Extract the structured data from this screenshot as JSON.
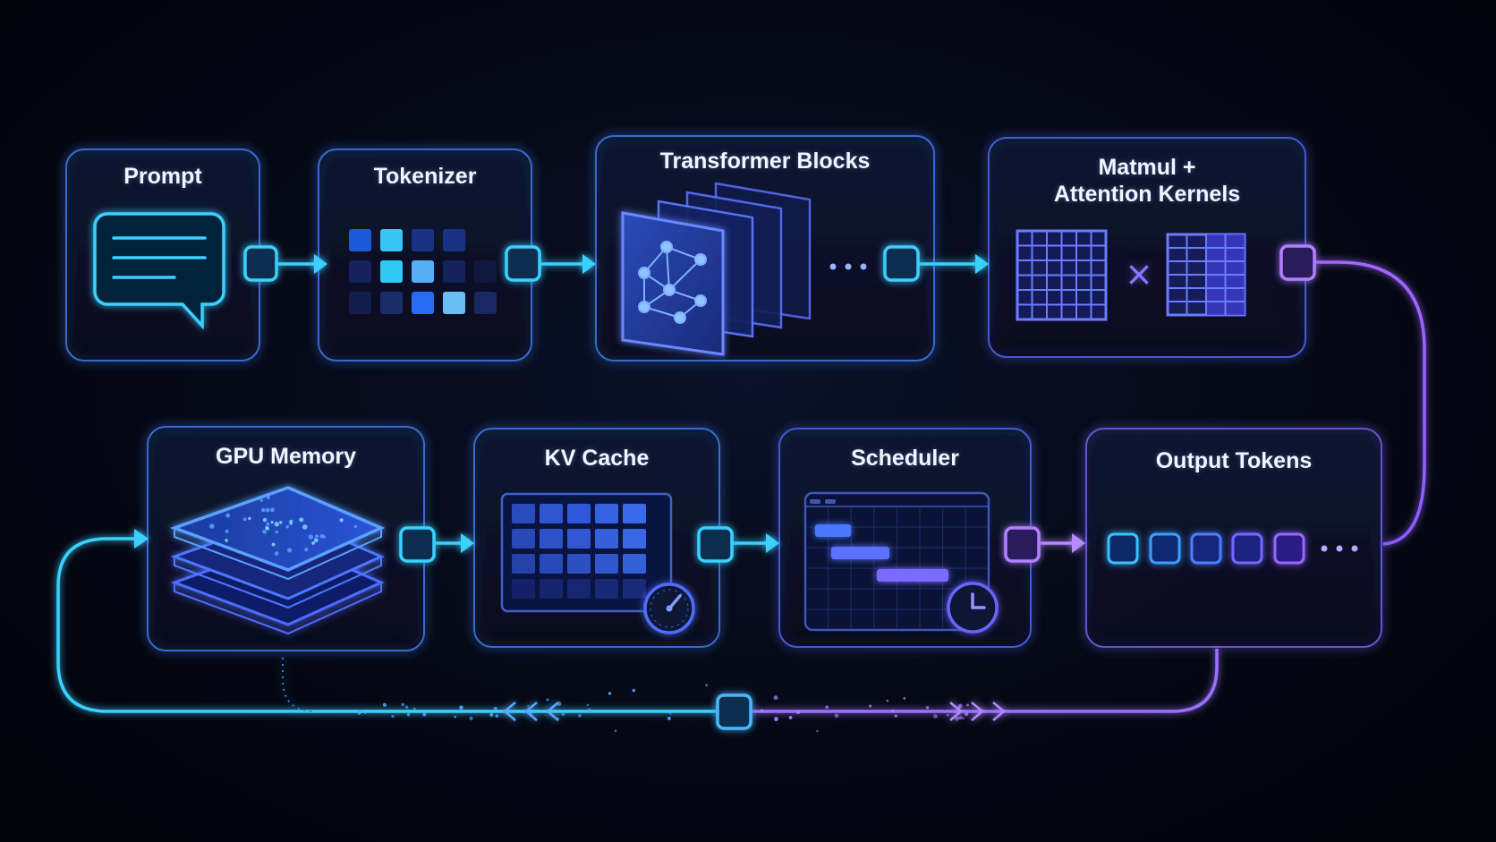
{
  "stages": [
    {
      "id": "prompt",
      "label": "Prompt"
    },
    {
      "id": "tokenizer",
      "label": "Tokenizer"
    },
    {
      "id": "transformer",
      "label": "Transformer Blocks"
    },
    {
      "id": "kernels",
      "label": "Matmul +\nAttention Kernels"
    },
    {
      "id": "gpu-memory",
      "label": "GPU Memory"
    },
    {
      "id": "kv-cache",
      "label": "KV Cache"
    },
    {
      "id": "scheduler",
      "label": "Scheduler"
    },
    {
      "id": "output",
      "label": "Output Tokens"
    }
  ],
  "glyphs": {
    "multiply": "×",
    "ellipsis": "• • •"
  },
  "colors": {
    "cyan": "#3ad0ff",
    "blue": "#3f7bff",
    "indigo": "#6b63ff",
    "violet": "#a066ff",
    "panel_border_blue": "#3a6fd8",
    "panel_border_violet": "#6a5ad8"
  }
}
